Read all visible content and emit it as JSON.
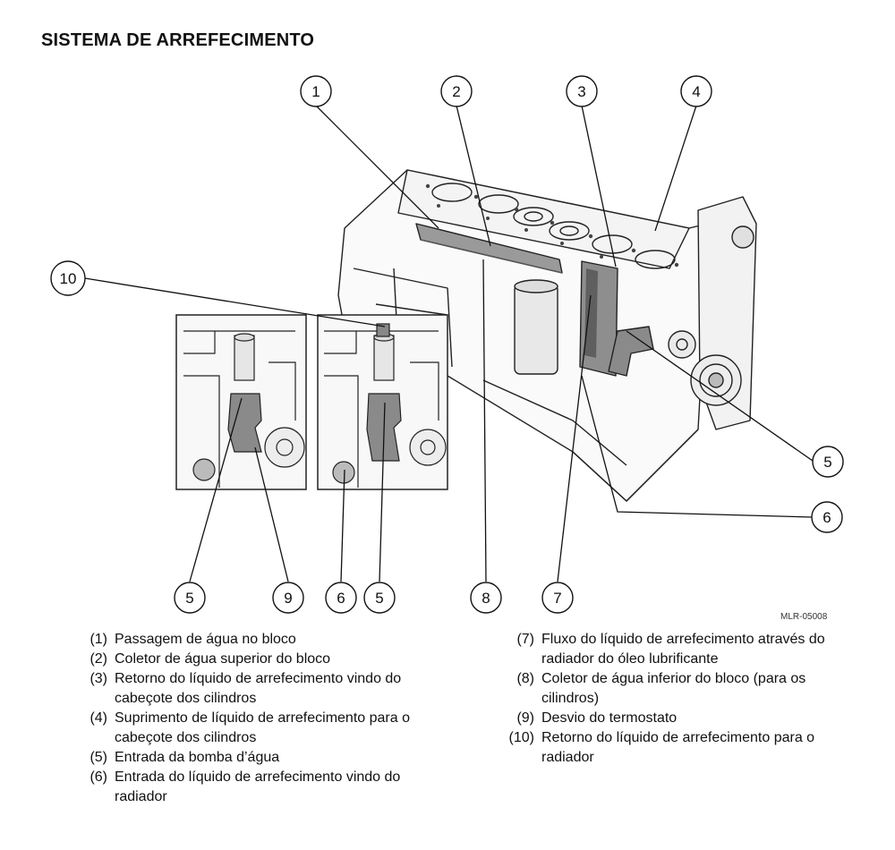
{
  "title": "SISTEMA DE ARREFECIMENTO",
  "figure_code": "MLR-05008",
  "callouts": [
    "1",
    "2",
    "3",
    "4",
    "10",
    "5",
    "6",
    "5",
    "9",
    "6",
    "5",
    "8",
    "7"
  ],
  "legend_left": [
    {
      "num": "(1)",
      "text": "Passagem de água no bloco"
    },
    {
      "num": "(2)",
      "text": "Coletor de água superior do bloco"
    },
    {
      "num": "(3)",
      "text": "Retorno do líquido de arrefecimento vindo do cabeçote dos cilindros"
    },
    {
      "num": "(4)",
      "text": "Suprimento de líquido de arrefecimento para o cabeçote dos cilindros"
    },
    {
      "num": "(5)",
      "text": "Entrada da bomba d’água"
    },
    {
      "num": "(6)",
      "text": "Entrada do líquido de arrefecimento vindo do radiador"
    }
  ],
  "legend_right": [
    {
      "num": "(7)",
      "text": "Fluxo do líquido de arrefecimento através do radiador do óleo lubrificante"
    },
    {
      "num": "(8)",
      "text": "Coletor de água inferior do bloco (para os cilindros)"
    },
    {
      "num": "(9)",
      "text": "Desvio do termostato"
    },
    {
      "num": "(10)",
      "text": "Retorno do líquido de arrefecimento para o radiador"
    }
  ]
}
